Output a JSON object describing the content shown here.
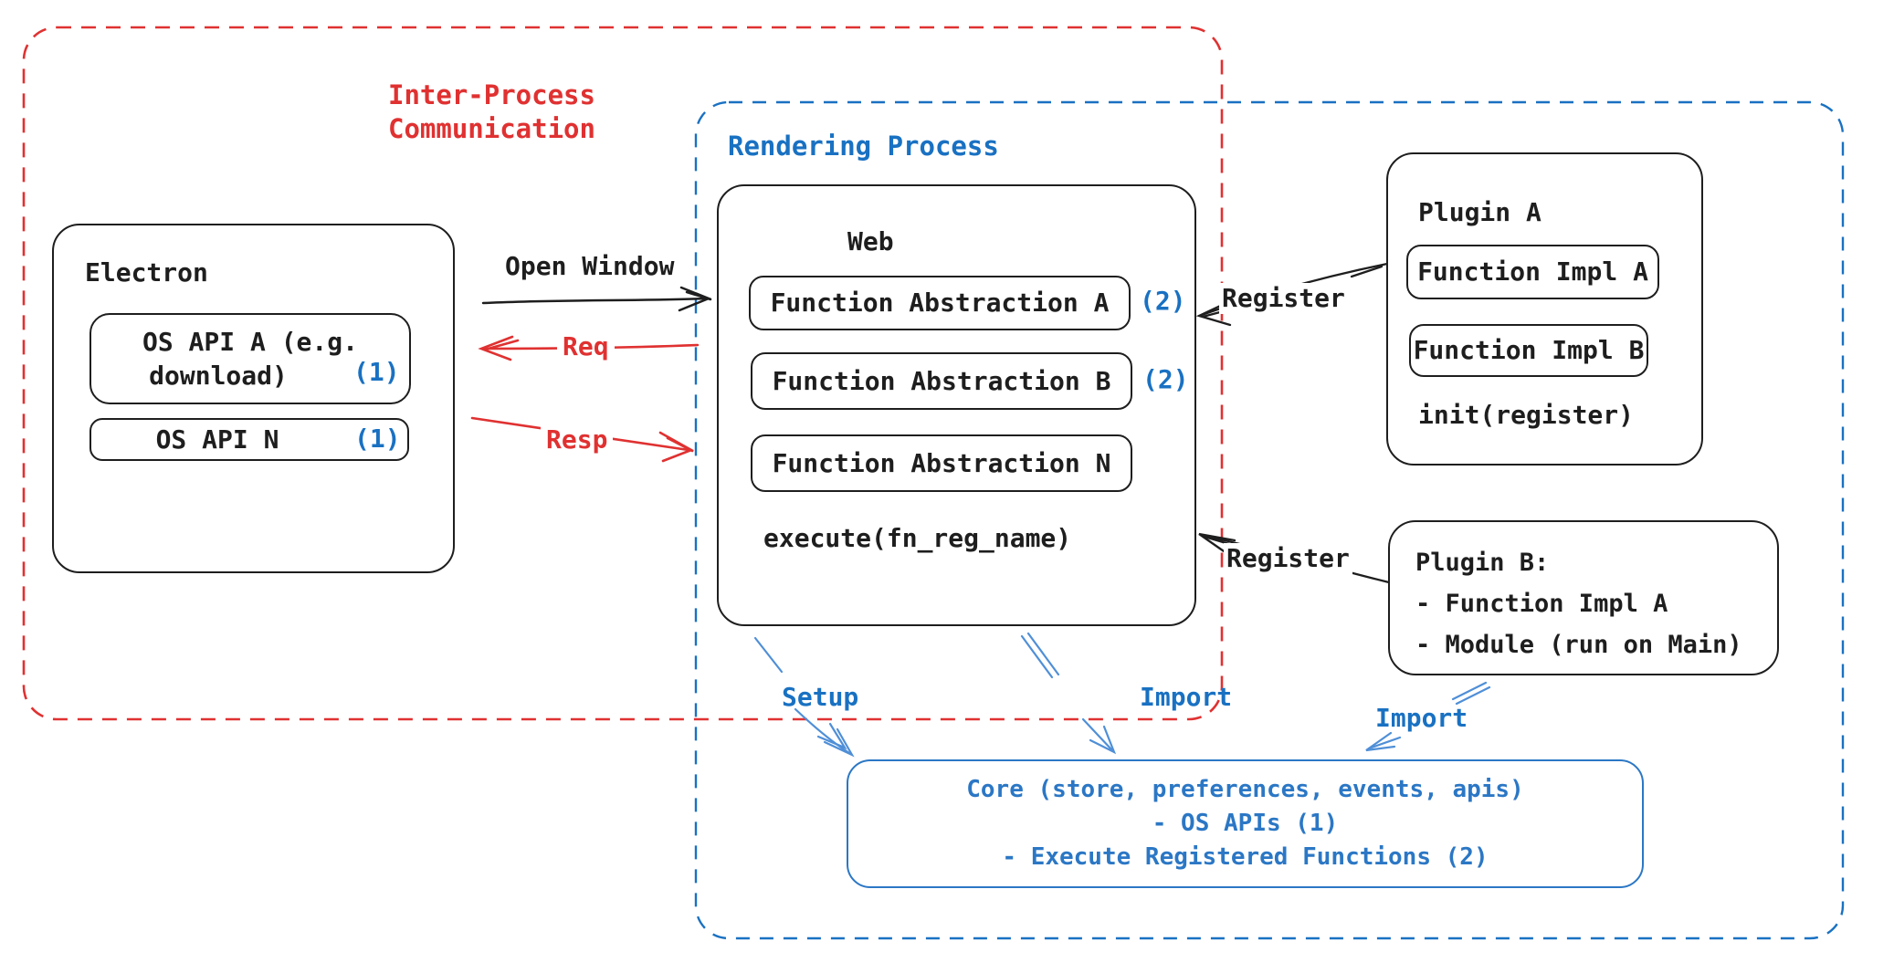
{
  "colors": {
    "red": "#e03131",
    "blue": "#1971c2",
    "arrow_blue": "#4f8fd7",
    "black": "#1e1e1e"
  },
  "ipc": {
    "line1": "Inter-Process",
    "line2": "Communication"
  },
  "rendering_process": {
    "label": "Rendering Process"
  },
  "electron": {
    "title": "Electron",
    "os_api_a": {
      "line1": "OS API A (e.g.",
      "line2": "download)",
      "badge": "(1)"
    },
    "os_api_n": {
      "label": "OS API N",
      "badge": "(1)"
    }
  },
  "web": {
    "title": "Web",
    "fn_abstraction_a": {
      "label": "Function Abstraction A",
      "badge": "(2)"
    },
    "fn_abstraction_b": {
      "label": "Function Abstraction B",
      "badge": "(2)"
    },
    "fn_abstraction_n": {
      "label": "Function Abstraction N"
    },
    "execute": "execute(fn_reg_name)"
  },
  "plugin_a": {
    "title": "Plugin A",
    "fn_impl_a": "Function Impl A",
    "fn_impl_b": "Function Impl B",
    "init": "init(register)"
  },
  "plugin_b": {
    "line1": "Plugin B:",
    "line2": "- Function Impl A",
    "line3": "- Module (run on Main)"
  },
  "core": {
    "line1": "Core (store, preferences, events, apis)",
    "line2": "- OS APIs (1)",
    "line3": "- Execute Registered Functions (2)"
  },
  "arrows": {
    "open_window": "Open Window",
    "req": "Req",
    "resp": "Resp",
    "register_a": "Register",
    "register_b": "Register",
    "setup": "Setup",
    "import_web": "Import",
    "import_plugin": "Import"
  }
}
